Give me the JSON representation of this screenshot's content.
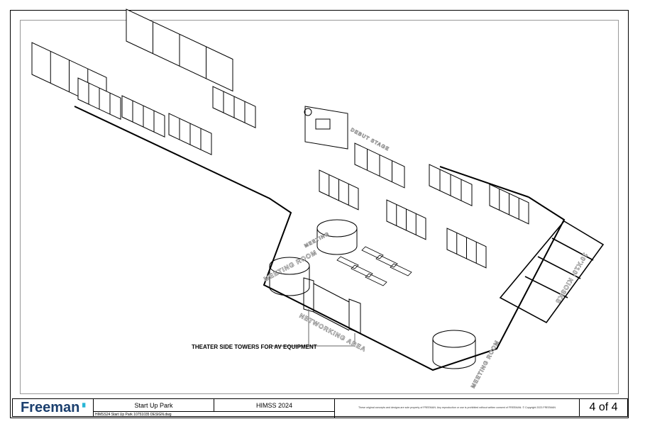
{
  "title_block": {
    "logo": "Freeman",
    "project": "Start Up Park",
    "show": "HIMSS 2024",
    "file_name": "HIMSS24 Start Up Park 10751035 DESIGN.dwg",
    "disclaimer": "These original concepts and designs are sole property of FREEMAN. Any reproduction or use is prohibited without written consent of FREEMAN. © Copyright 2023 FREEMAN",
    "page": "4 of 4"
  },
  "plan_labels": {
    "callout": "THEATER SIDE TOWERS FOR AV EQUIPMENT",
    "networking": "NETWORKING AREA",
    "kiosks": "10'X10' KIOSKS",
    "meeting_left": "MEETING ROOM",
    "meeting_top": "MEETING",
    "meeting_bottom": "MEETING ROOM",
    "stage": "DEBUT STAGE"
  },
  "colors": {
    "brand": "#1b3f6e",
    "accent": "#29b6d6"
  }
}
